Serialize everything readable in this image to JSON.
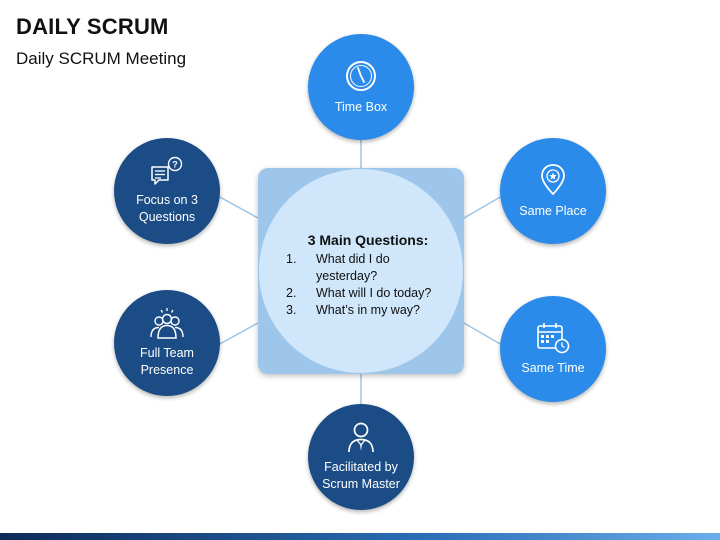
{
  "title": "DAILY SCRUM",
  "subtitle": "Daily SCRUM Meeting",
  "center": {
    "heading": "3 Main Questions:",
    "questions": [
      {
        "num": "1.",
        "text": "What did I do yesterday?"
      },
      {
        "num": "2.",
        "text": "What will I do today?"
      },
      {
        "num": "3.",
        "text": "What’s in my way?"
      }
    ]
  },
  "nodes": {
    "time_box": "Time Box",
    "same_place": "Same Place",
    "same_time": "Same Time",
    "facilitated": "Facilitated by Scrum Master",
    "full_team": "Full Team Presence",
    "focus": "Focus on 3 Questions"
  },
  "icons": {
    "time_box": "clock-icon",
    "same_place": "location-pin-icon",
    "same_time": "calendar-clock-icon",
    "facilitated": "businessman-icon",
    "full_team": "team-icon",
    "focus": "chat-question-icon"
  },
  "colors": {
    "light_node": "#2b8bea",
    "dark_node": "#1c4c86",
    "center_square": "#9dc6ea",
    "center_circle": "#cfe6fb",
    "connector": "#9cc5e6"
  }
}
